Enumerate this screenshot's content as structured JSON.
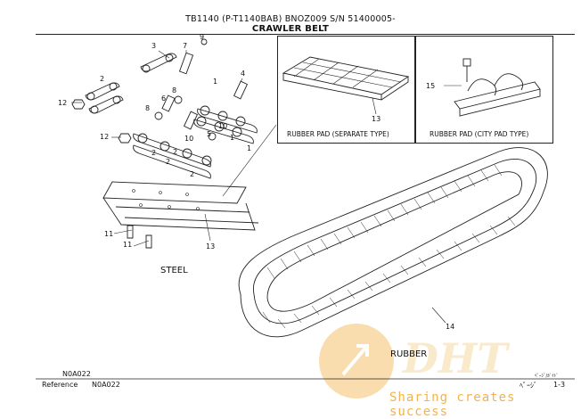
{
  "header": {
    "line1": "TB1140 (P-T1140BAB) BNOZ009  S/N 51400005-",
    "line2": "CRAWLER BELT"
  },
  "callouts": {
    "c1": "1",
    "c1b": "1",
    "c1c": "1",
    "c2a": "2",
    "c2b": "2",
    "c2c": "2",
    "c2d": "2",
    "c3": "3",
    "c4": "4",
    "c5": "5",
    "c6": "6",
    "c7": "7",
    "c8a": "8",
    "c8b": "8",
    "c9": "9",
    "c10a": "10",
    "c10b": "10",
    "c11a": "11",
    "c11b": "11",
    "c12a": "12",
    "c12b": "12",
    "c13a": "13",
    "c13b": "13",
    "c14": "14",
    "c15": "15"
  },
  "captions": {
    "separate": "RUBBER PAD (SEPARATE TYPE)",
    "city": "RUBBER PAD (CITY PAD TYPE)",
    "steel": "STEEL",
    "rubber": "RUBBER"
  },
  "footer": {
    "code_top": "N0A022",
    "reference_label": "Reference",
    "reference_code": "N0A022",
    "page_small": "ﾍﾟｰｼﾞ",
    "page_num": "1-3",
    "page_tiny": "ﾍﾟｰｼﾞ/ｶﾞｲﾄﾞ"
  },
  "watermark": {
    "logo": "DHT",
    "tagline": "Sharing creates success",
    "color": "#f3b34c"
  }
}
